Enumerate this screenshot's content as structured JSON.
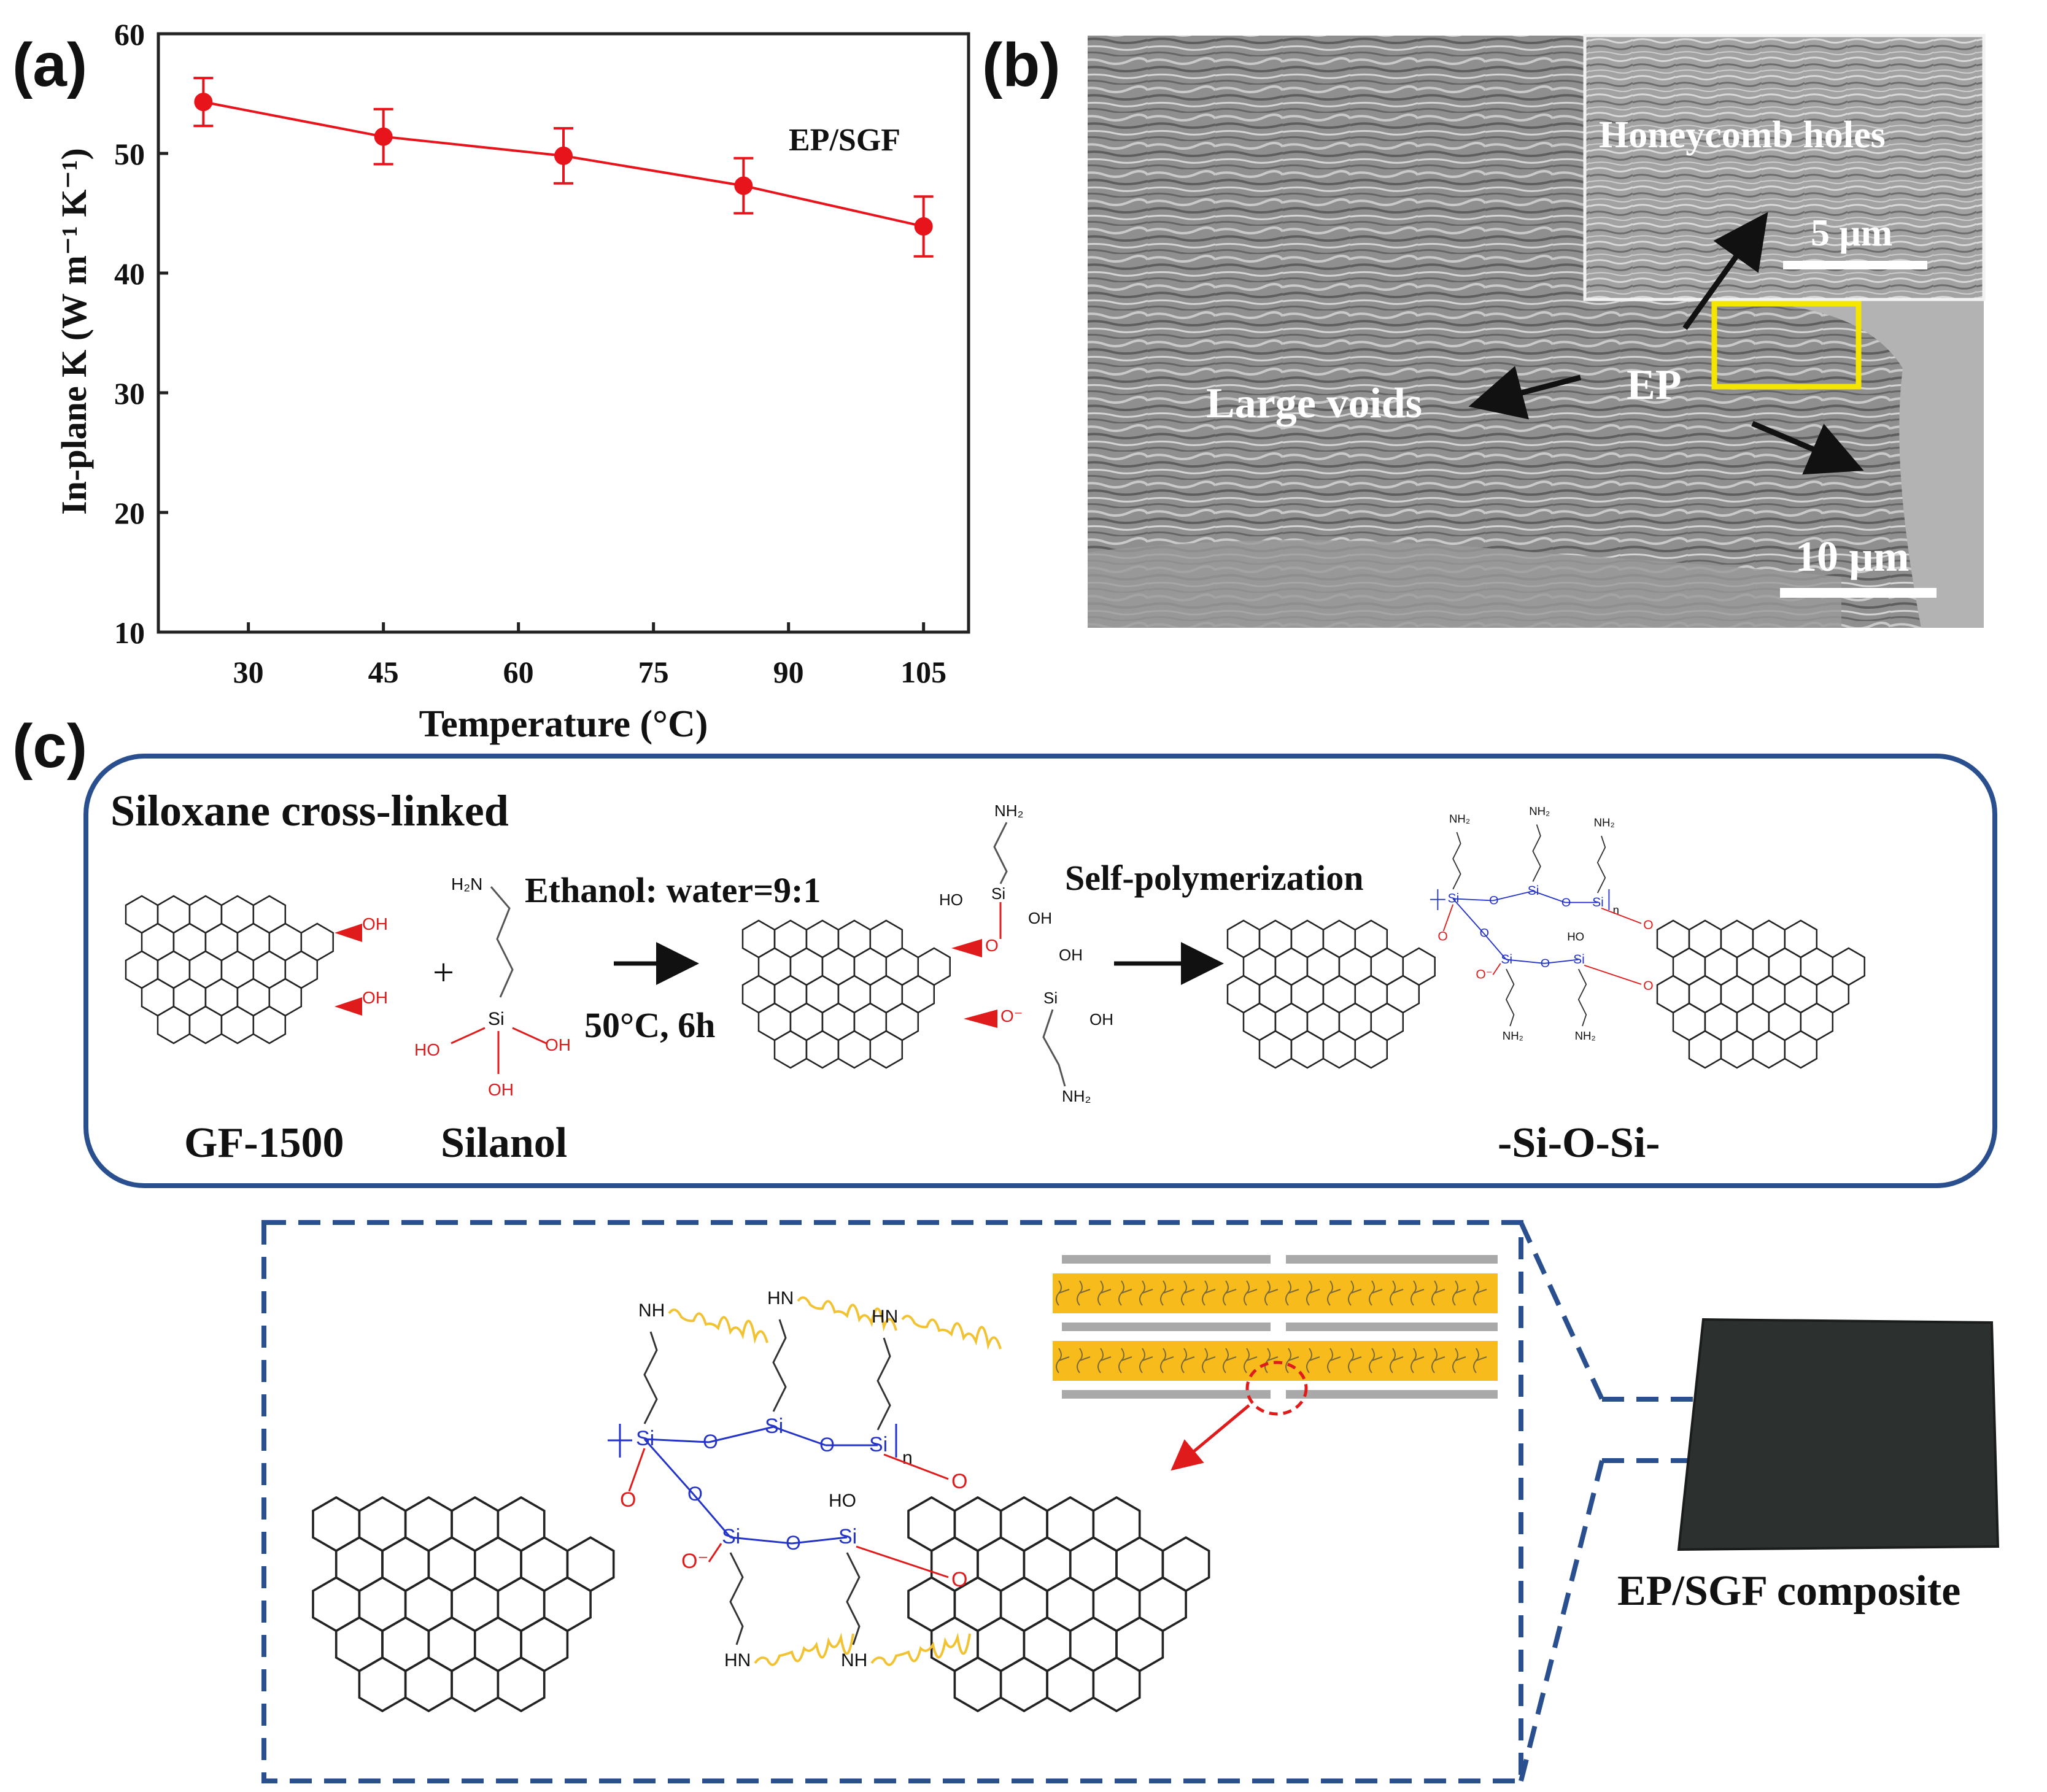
{
  "panel_labels": {
    "a": "(a)",
    "b": "(b)",
    "c": "(c)"
  },
  "colors": {
    "series": "#e8141c",
    "frame_blue": "#2a4f8f",
    "highlight_yellow": "#f5e600",
    "epoxy_band": "#f7bb1c",
    "bond_blue": "#2433c8",
    "oxygen_red": "#e01b1b",
    "chain_gold": "#f1c232"
  },
  "chart_data": {
    "type": "line",
    "xlabel": "Temperature (°C)",
    "ylabel": "In-plane K (W m⁻¹ K⁻¹)",
    "xlim": [
      20,
      110
    ],
    "ylim": [
      10,
      60
    ],
    "xticks": [
      30,
      45,
      60,
      75,
      90,
      105
    ],
    "yticks": [
      10,
      20,
      30,
      40,
      50,
      60
    ],
    "annotation": "EP/SGF",
    "series": [
      {
        "x": [
          25,
          45,
          65,
          85,
          105
        ],
        "y": [
          54.3,
          51.4,
          49.8,
          47.3,
          43.9
        ],
        "err": [
          2.0,
          2.3,
          2.3,
          2.3,
          2.5
        ]
      }
    ]
  },
  "sem": {
    "inset_label": "Honeycomb holes",
    "inset_scale": "5 μm",
    "voids_label": "Large voids",
    "ep_label": "EP",
    "main_scale": "10 μm"
  },
  "scheme": {
    "title": "Siloxane cross-linked",
    "plus": "+",
    "condition_top": "Ethanol: water=9:1",
    "condition_bottom": "50°C, 6h",
    "step2": "Self-polymerization",
    "gf_label": "GF-1500",
    "silanol_label": "Silanol",
    "product_label": "-Si-O-Si-",
    "atoms": {
      "oh": "OH",
      "ho": "HO",
      "o": "O",
      "o_minus": "O⁻",
      "si": "Si",
      "nh2": "NH₂",
      "h2n": "H₂N",
      "n": "n",
      "nh": "NH",
      "hn": "HN"
    }
  },
  "composite": {
    "label": "EP/SGF composite"
  }
}
